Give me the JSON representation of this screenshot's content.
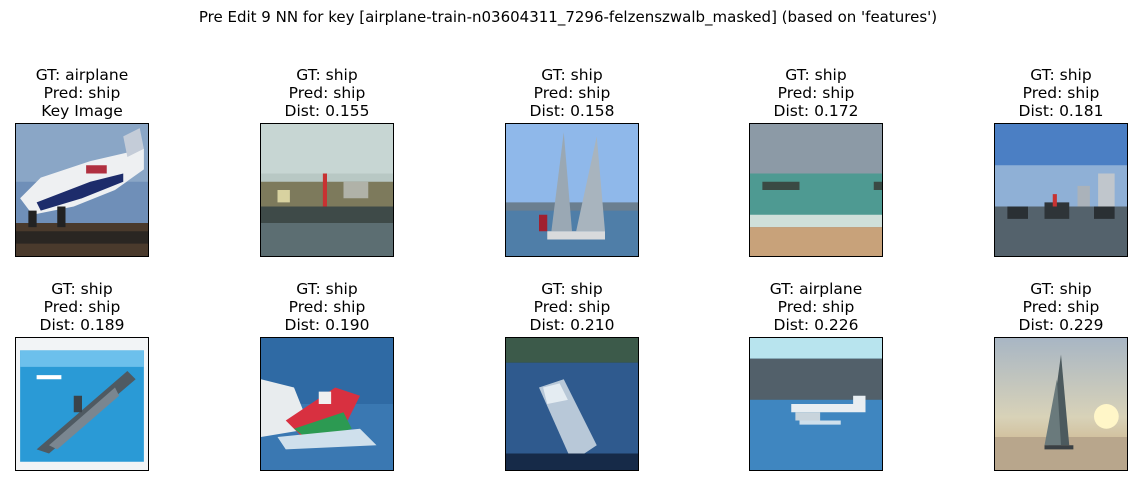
{
  "title": "Pre Edit 9 NN for key [airplane-train-n03604311_7296-felzenszwalb_masked] (based on 'features')",
  "panels": [
    {
      "gt": "GT: airplane",
      "pred": "Pred: ship",
      "extra": "Key Image",
      "image": "airplane-with-liveried-fuselage-photo"
    },
    {
      "gt": "GT: ship",
      "pred": "Pred: ship",
      "extra": "Dist: 0.155",
      "image": "harbor-boat-photo"
    },
    {
      "gt": "GT: ship",
      "pred": "Pred: ship",
      "extra": "Dist: 0.158",
      "image": "sailboat-tall-sails-photo"
    },
    {
      "gt": "GT: ship",
      "pred": "Pred: ship",
      "extra": "Dist: 0.172",
      "image": "boat-near-beach-photo"
    },
    {
      "gt": "GT: ship",
      "pred": "Pred: ship",
      "extra": "Dist: 0.181",
      "image": "harbor-ships-skyline-photo"
    },
    {
      "gt": "GT: ship",
      "pred": "Pred: ship",
      "extra": "Dist: 0.189",
      "image": "warship-on-blue-poster-photo"
    },
    {
      "gt": "GT: ship",
      "pred": "Pred: ship",
      "extra": "Dist: 0.190",
      "image": "speedboat-splash-photo"
    },
    {
      "gt": "GT: ship",
      "pred": "Pred: ship",
      "extra": "Dist: 0.210",
      "image": "white-boat-on-river-photo"
    },
    {
      "gt": "GT: airplane",
      "pred": "Pred: ship",
      "extra": "Dist: 0.226",
      "image": "seaplane-on-water-photo"
    },
    {
      "gt": "GT: ship",
      "pred": "Pred: ship",
      "extra": "Dist: 0.229",
      "image": "sailboat-at-sunset-photo"
    }
  ]
}
